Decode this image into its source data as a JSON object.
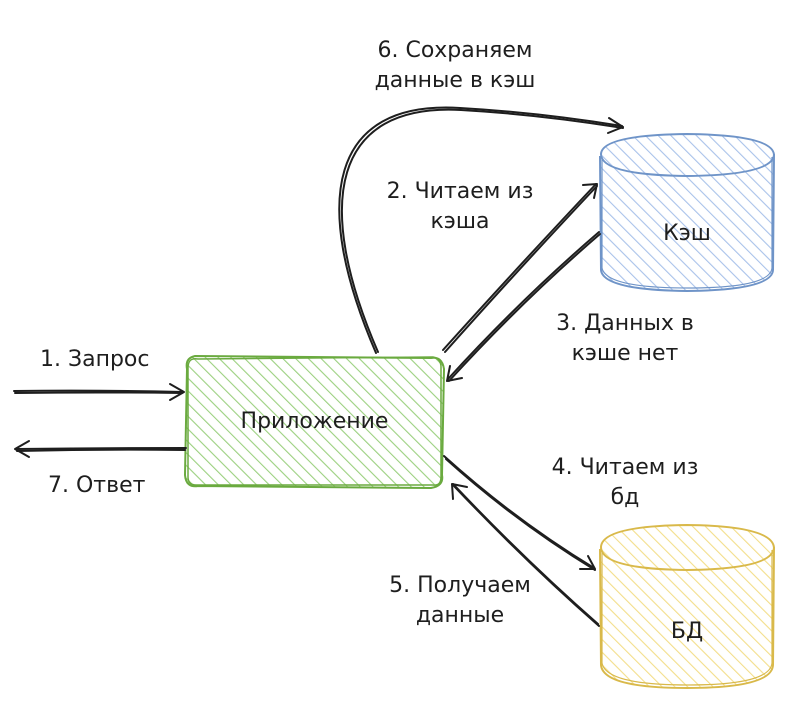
{
  "nodes": {
    "app": {
      "label": "Приложение",
      "stroke": "#6aaa3f",
      "fill": "#9bd07f"
    },
    "cache": {
      "label": "Кэш",
      "stroke": "#6f94c8",
      "fill": "#a9c2ea"
    },
    "db": {
      "label": "БД",
      "stroke": "#d9b94a",
      "fill": "#f3de8a"
    }
  },
  "edges": {
    "request": {
      "label": "1. Запрос"
    },
    "read_cache": {
      "line1": "2. Читаем из",
      "line2": "кэша"
    },
    "cache_miss": {
      "line1": "3. Данных в",
      "line2": "кэше нет"
    },
    "read_db": {
      "line1": "4. Читаем из",
      "line2": "бд"
    },
    "got_data": {
      "line1": "5. Получаем",
      "line2": "данные"
    },
    "save_cache": {
      "line1": "6. Сохраняем",
      "line2": "данные в кэш"
    },
    "response": {
      "label": "7. Ответ"
    }
  },
  "colors": {
    "arrow": "#1e1e1e"
  }
}
